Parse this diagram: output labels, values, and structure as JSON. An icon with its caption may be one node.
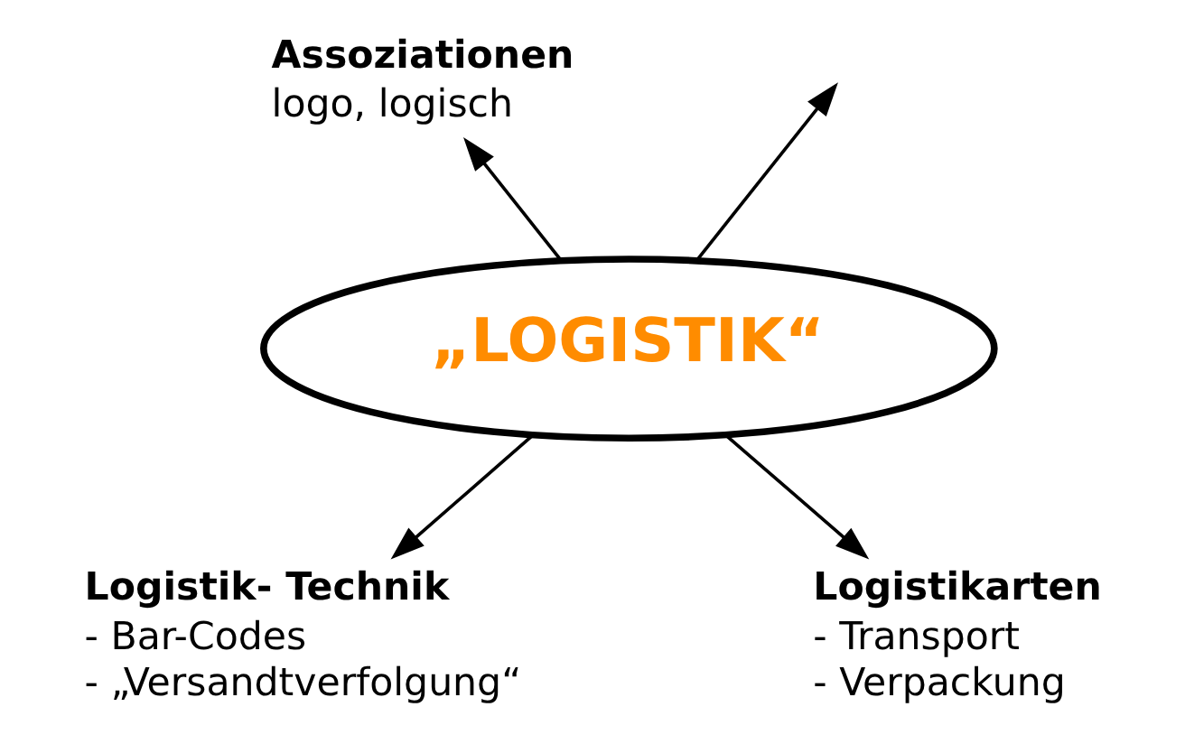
{
  "diagram": {
    "nodes": [
      {
        "text": [
          "„LOGISTIK“"
        ]
      },
      {
        "text": [
          "Assoziationen",
          "logo, logisch"
        ]
      },
      {
        "text": [
          "Logistik- Technik",
          "- Bar-Codes",
          "- „Versandtverfolgung“"
        ]
      },
      {
        "text": [
          "Logistikarten",
          "- Transport",
          "- Verpackung"
        ]
      }
    ],
    "edges": [
      {
        "from": 0,
        "to": 1,
        "arrow": "to"
      },
      {
        "from": 0,
        "to": null,
        "arrow": "to"
      },
      {
        "from": 0,
        "to": 2,
        "arrow": "to"
      },
      {
        "from": 0,
        "to": 3,
        "arrow": "to"
      }
    ]
  }
}
